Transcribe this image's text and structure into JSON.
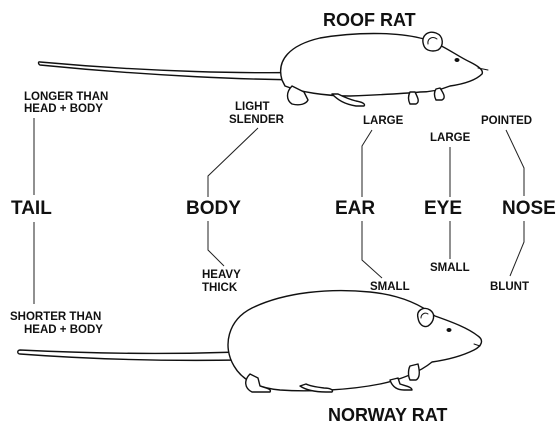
{
  "titles": {
    "top": "ROOF RAT",
    "bottom": "NORWAY RAT"
  },
  "traits": {
    "tail": {
      "name": "TAIL",
      "roof_line1": "LONGER THAN",
      "roof_line2": "HEAD + BODY",
      "norway_line1": "SHORTER THAN",
      "norway_line2": "HEAD + BODY"
    },
    "body": {
      "name": "BODY",
      "roof_line1": "LIGHT",
      "roof_line2": "SLENDER",
      "norway_line1": "HEAVY",
      "norway_line2": "THICK"
    },
    "ear": {
      "name": "EAR",
      "roof": "LARGE",
      "norway": "SMALL"
    },
    "eye": {
      "name": "EYE",
      "roof": "LARGE",
      "norway": "SMALL"
    },
    "nose": {
      "name": "NOSE",
      "roof": "POINTED",
      "norway": "BLUNT"
    }
  },
  "images": {
    "roof_rat": "roof-rat-drawing",
    "norway_rat": "norway-rat-drawing"
  }
}
